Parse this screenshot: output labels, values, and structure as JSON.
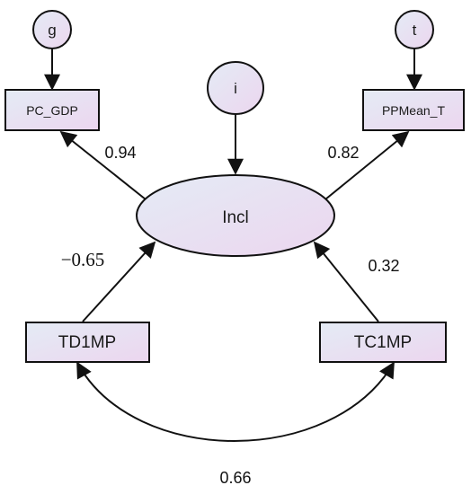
{
  "colors": {
    "node_fill_start": "#e6ecf4",
    "node_fill_end": "#ecd8f0",
    "stroke": "#111111"
  },
  "error_terms": {
    "g": "g",
    "t": "t",
    "i": "i"
  },
  "observed": {
    "pc_gdp": "PC_GDP",
    "ppmean_t": "PPMean_T",
    "td1mp": "TD1MP",
    "tc1mp": "TC1MP"
  },
  "latent": {
    "incl": "Incl"
  },
  "coefficients": {
    "incl_to_pc_gdp": "0.94",
    "incl_to_ppmean_t": "0.82",
    "td1mp_to_incl": "−0.65",
    "tc1mp_to_incl": "0.32",
    "td1mp_tc1mp_cov": "0.66"
  }
}
